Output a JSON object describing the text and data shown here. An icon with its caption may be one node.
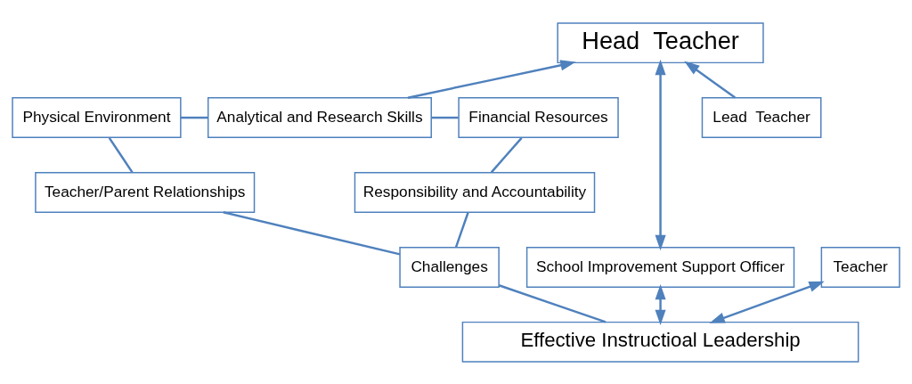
{
  "diagram": {
    "nodes": [
      {
        "text": [
          "Head  Teacher"
        ]
      },
      {
        "text": [
          "Physical Environment"
        ]
      },
      {
        "text": [
          "Analytical and Research Skills"
        ]
      },
      {
        "text": [
          "Financial Resources"
        ]
      },
      {
        "text": [
          "Teacher/Parent Relationships"
        ]
      },
      {
        "text": [
          "Responsibility and Accountability"
        ]
      },
      {
        "text": [
          "Challenges"
        ]
      },
      {
        "text": [
          "School Improvement Support Officer"
        ]
      },
      {
        "text": [
          "Lead  Teacher"
        ]
      },
      {
        "text": [
          "Teacher"
        ]
      },
      {
        "text": [
          "Effective Instructioal Leadership"
        ]
      }
    ],
    "edges": [
      {
        "from": 7,
        "to": 0,
        "arrow": "both"
      },
      {
        "from": 10,
        "to": 7,
        "arrow": "both"
      },
      {
        "from": 8,
        "to": 0,
        "arrow": "to"
      },
      {
        "from": 10,
        "to": 9,
        "arrow": "both"
      },
      {
        "from": 2,
        "to": 0,
        "arrow": "to"
      },
      {
        "from": 1,
        "to": 2,
        "arrow": "none"
      },
      {
        "from": 2,
        "to": 3,
        "arrow": "none"
      },
      {
        "from": 4,
        "to": 1,
        "arrow": "none"
      },
      {
        "from": 5,
        "to": 3,
        "arrow": "none"
      },
      {
        "from": 6,
        "to": 4,
        "arrow": "none"
      },
      {
        "from": 6,
        "to": 5,
        "arrow": "none"
      },
      {
        "from": 10,
        "to": 6,
        "arrow": "none"
      }
    ]
  }
}
